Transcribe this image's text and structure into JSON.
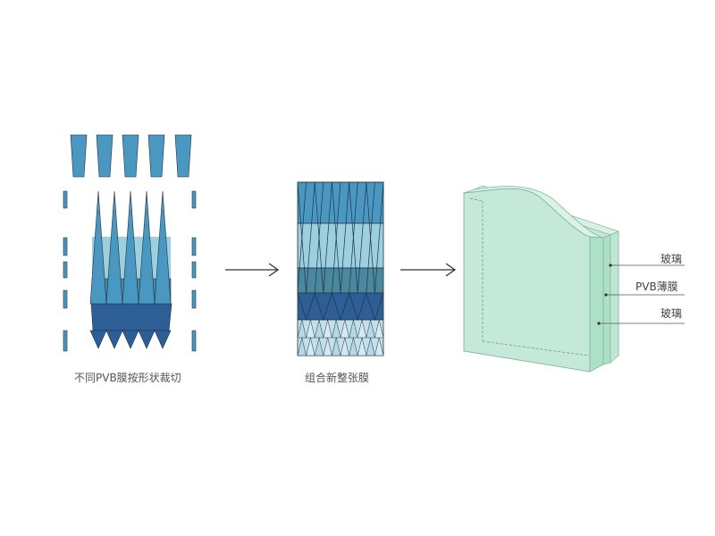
{
  "steps": [
    {
      "caption": "不同PVB膜按形状裁切"
    },
    {
      "caption": "组合新整张膜"
    }
  ],
  "glass_layers": [
    {
      "label": "玻璃"
    },
    {
      "label": "PVB薄膜"
    },
    {
      "label": "玻璃"
    }
  ],
  "colors": {
    "navy": "#2d5f96",
    "steel": "#49889e",
    "blue": "#4a98c2",
    "light_blue": "#9ccfdf",
    "pale_blue": "#c3dfe9",
    "glass_face": "#c5e9d8",
    "glass_edge": "#aee0c8",
    "arrow": "#333333"
  }
}
